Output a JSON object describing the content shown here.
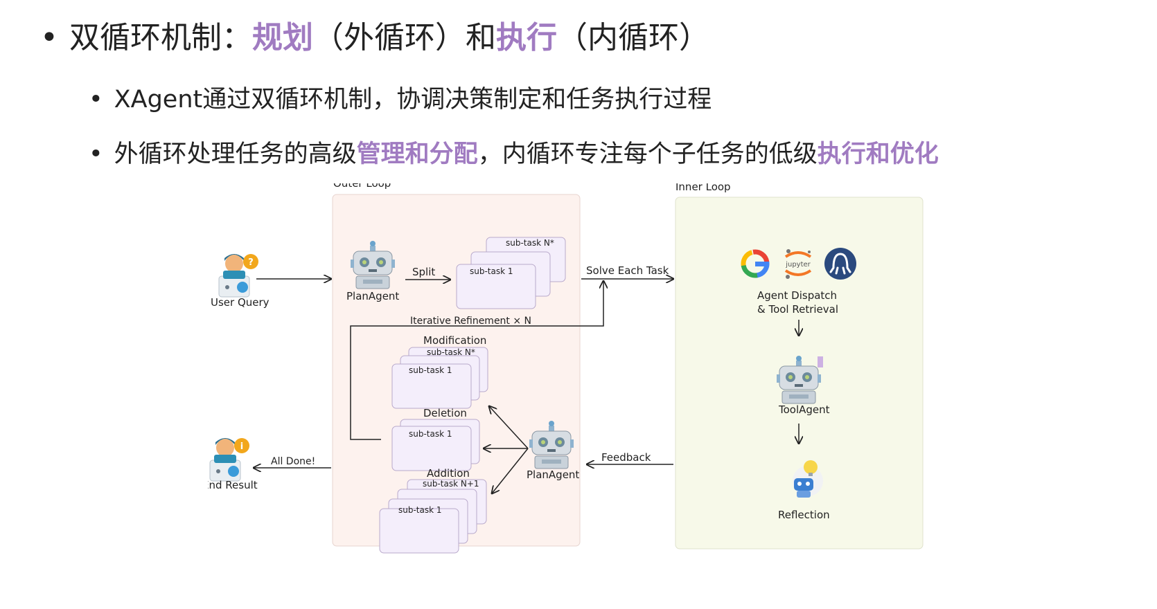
{
  "heading": {
    "prefix": "双循环机制：",
    "plan": "规划",
    "outer_paren": "（外循环）和",
    "exec": "执行",
    "inner_paren": "（内循环）"
  },
  "bullets": {
    "b1": "XAgent通过双循环机制，协调决策制定和任务执行过程",
    "b2_a": "外循环处理任务的高级",
    "b2_hl1": "管理和分配",
    "b2_b": "，内循环专注每个子任务的低级",
    "b2_hl2": "执行和优化"
  },
  "diagram": {
    "outer_loop": "Outer Loop",
    "inner_loop": "Inner Loop",
    "user_query": "User Query",
    "plan_agent": "PlanAgent",
    "split": "Split",
    "subtask_n": "sub-task N*",
    "subtask_1": "sub-task 1",
    "subtask_n1": "sub-task N+1",
    "solve_each_task": "Solve Each Task",
    "iterative_refinement": "Iterative Refinement × N",
    "modification": "Modification",
    "deletion": "Deletion",
    "addition": "Addition",
    "feedback": "Feedback",
    "all_done": "All Done!",
    "end_result": "End Result",
    "agent_dispatch_1": "Agent Dispatch",
    "agent_dispatch_2": "& Tool Retrieval",
    "tool_agent": "ToolAgent",
    "reflection": "Reflection",
    "jupyter": "jupyter"
  },
  "colors": {
    "highlight": "#a07bc1",
    "outer_bg": "#fdf2ee",
    "inner_bg": "#f7f9e9",
    "card": "#f4eefb"
  }
}
